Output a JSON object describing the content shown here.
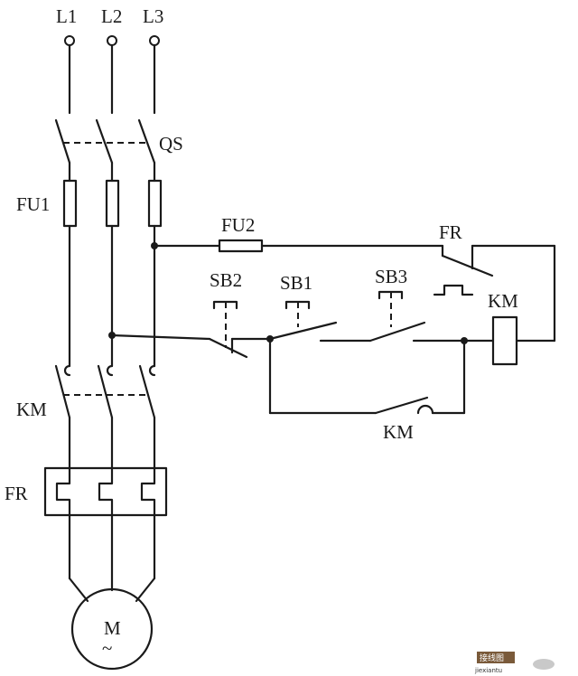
{
  "labels": {
    "l1": "L1",
    "l2": "L2",
    "l3": "L3",
    "qs": "QS",
    "fu1": "FU1",
    "fu2": "FU2",
    "fr_ctrl": "FR",
    "sb2": "SB2",
    "sb1": "SB1",
    "sb3": "SB3",
    "km_coil": "KM",
    "km_main": "KM",
    "km_aux": "KM",
    "fr_main": "FR",
    "motor_m": "M",
    "motor_ac": "~"
  },
  "watermark": {
    "site": "jiexiantu",
    "brand_text": "接线图"
  }
}
